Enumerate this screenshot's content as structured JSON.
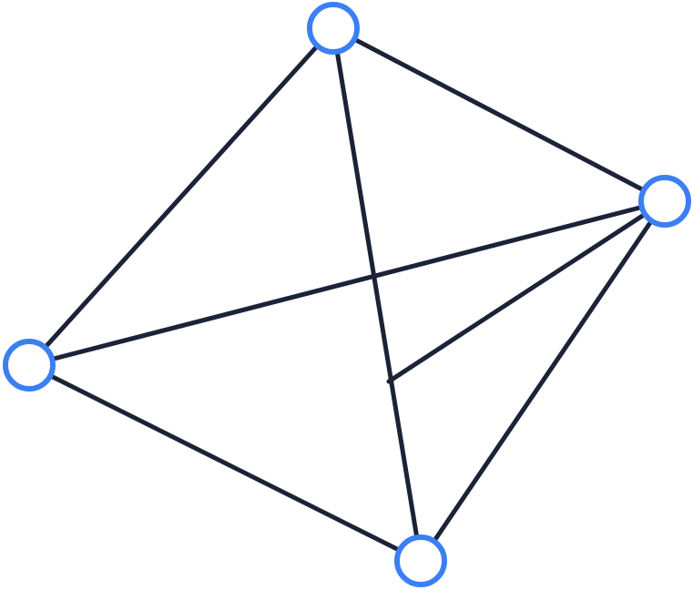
{
  "colors": {
    "background": "#ffffff",
    "edge": "#1c2237",
    "node_stroke": "#3b7ff3",
    "node_fill": "#ffffff"
  },
  "graph": {
    "nodes": [
      {
        "id": "top"
      },
      {
        "id": "right"
      },
      {
        "id": "left"
      },
      {
        "id": "bottom"
      },
      {
        "id": "junction",
        "hidden": true
      }
    ],
    "edges": [
      {
        "from": "top",
        "to": "right"
      },
      {
        "from": "top",
        "to": "left"
      },
      {
        "from": "top",
        "to": "bottom"
      },
      {
        "from": "right",
        "to": "left"
      },
      {
        "from": "right",
        "to": "junction"
      },
      {
        "from": "right",
        "to": "bottom"
      },
      {
        "from": "left",
        "to": "bottom"
      }
    ]
  }
}
